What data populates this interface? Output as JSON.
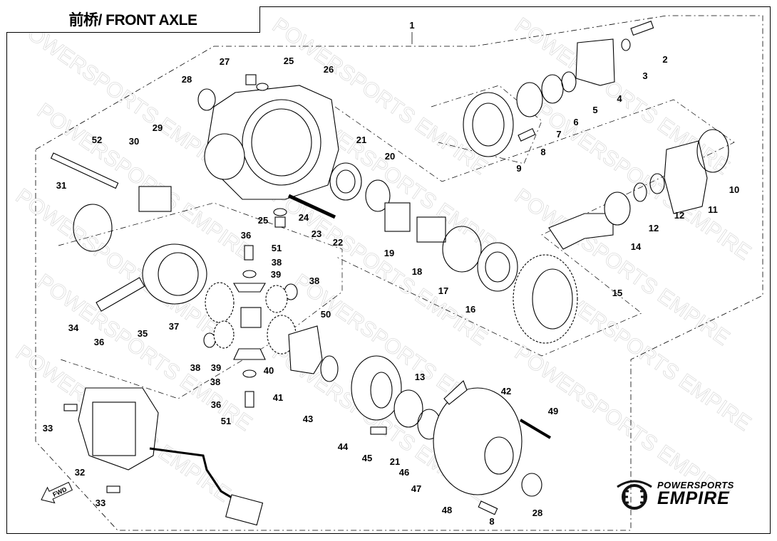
{
  "title": "前桥/ FRONT AXLE",
  "logo": {
    "line1": "POWERSPORTS",
    "line2": "EMPIRE"
  },
  "watermark": "POWERSPORTS EMPIRE",
  "fwd_label": "FWD",
  "callouts": [
    "1",
    "2",
    "3",
    "4",
    "5",
    "6",
    "7",
    "8",
    "9",
    "10",
    "11",
    "12",
    "12",
    "14",
    "15",
    "16",
    "17",
    "18",
    "19",
    "20",
    "21",
    "22",
    "23",
    "24",
    "25",
    "25",
    "26",
    "27",
    "28",
    "29",
    "30",
    "31",
    "52",
    "36",
    "51",
    "38",
    "39",
    "38",
    "50",
    "34",
    "36",
    "35",
    "37",
    "38",
    "39",
    "40",
    "38",
    "41",
    "36",
    "51",
    "43",
    "44",
    "45",
    "21",
    "46",
    "47",
    "48",
    "8",
    "28",
    "13",
    "42",
    "49",
    "33",
    "32",
    "33"
  ]
}
